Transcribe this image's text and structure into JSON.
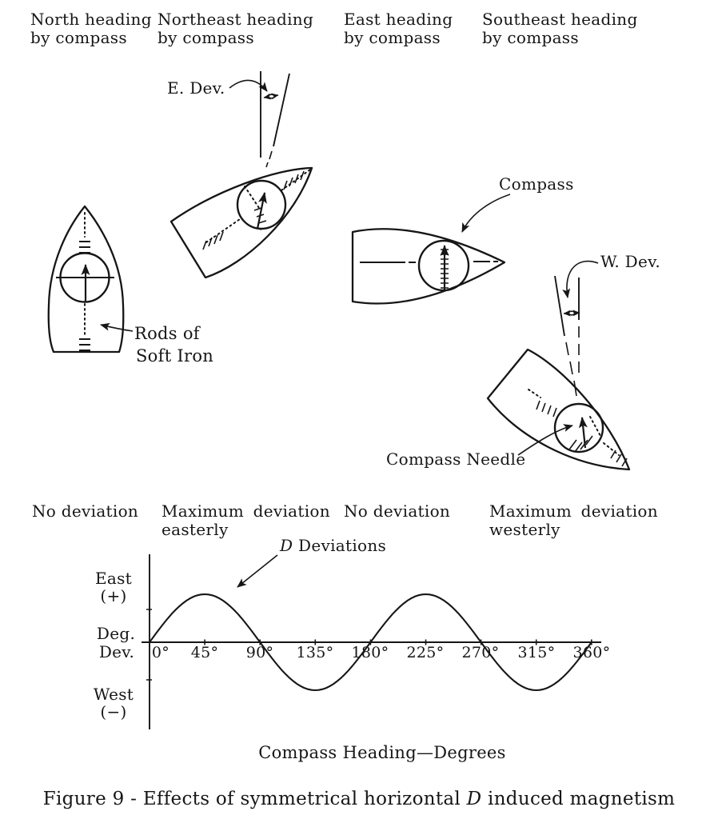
{
  "figure": {
    "headings": [
      {
        "line1": "North heading",
        "line2": "by compass"
      },
      {
        "line1": "Northeast heading",
        "line2": "by compass"
      },
      {
        "line1": "East heading",
        "line2": "by compass"
      },
      {
        "line1": "Southeast heading",
        "line2": "by compass"
      }
    ],
    "deviation_row": [
      {
        "line1": "No deviation",
        "line2": ""
      },
      {
        "line1": "Maximum deviation",
        "line2": "easterly"
      },
      {
        "line1": "No deviation",
        "line2": ""
      },
      {
        "line1": "Maximum deviation",
        "line2": "westerly"
      }
    ],
    "annotations": {
      "east_dev": "E. Dev.",
      "west_dev": "W. Dev.",
      "compass": "Compass",
      "compass_needle": "Compass Needle",
      "rods_line1": "Rods of",
      "rods_line2": "Soft Iron"
    },
    "caption_prefix": "Figure 9 - Effects of symmetrical horizontal ",
    "caption_emph": "D",
    "caption_suffix": " induced magnetism",
    "ink_color": "#161616"
  },
  "chart_data": {
    "type": "line",
    "title": "",
    "xlabel": "Compass Heading—Degrees",
    "ylabel": "Deg. Dev.",
    "y_axis_labels": {
      "top": [
        "East",
        "(+)"
      ],
      "middle": [
        "Deg.",
        "Dev."
      ],
      "bottom": [
        "West",
        "(−)"
      ]
    },
    "annotation_emph": "D",
    "annotation_rest": " Deviations",
    "x_ticks": [
      "0°",
      "45°",
      "90°",
      "135°",
      "180°",
      "225°",
      "270°",
      "315°",
      "360°"
    ],
    "x_deg": [
      0,
      45,
      90,
      135,
      180,
      225,
      270,
      315,
      360
    ],
    "x_range_deg": [
      0,
      360
    ],
    "series": [
      {
        "name": "D Deviations",
        "function": "deviation = A·sin(2·heading), east positive",
        "values_at_ticks": [
          0,
          1,
          0,
          -1,
          0,
          1,
          0,
          -1,
          0
        ]
      }
    ],
    "cycles": 2,
    "grid": false,
    "legend": false
  }
}
